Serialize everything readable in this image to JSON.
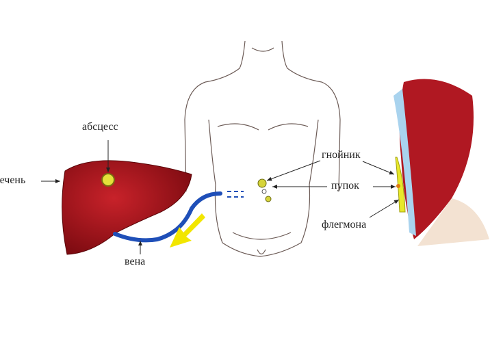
{
  "labels": {
    "liver": "печень",
    "abscess": "абсцесс",
    "vein": "вена",
    "pustule": "гнойник",
    "navel": "пупок",
    "phlegmon": "флегмона"
  },
  "colors": {
    "liver": "#a8141c",
    "vein": "#1f4fb8",
    "arrow": "#f2e600",
    "pus": "#e0e02a",
    "muscle": "#b01822",
    "fascia": "#a9d3ee"
  }
}
